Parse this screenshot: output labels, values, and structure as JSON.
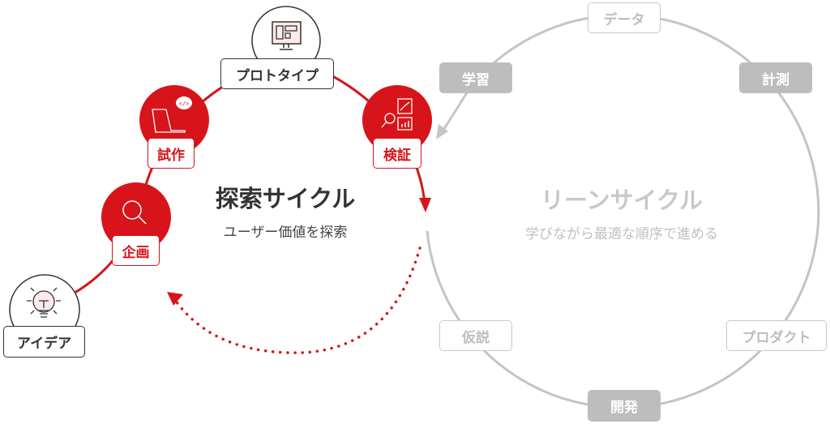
{
  "explore_cycle": {
    "title": "探索サイクル",
    "subtitle": "ユーザー価値を探索",
    "steps": [
      "アイデア",
      "企画",
      "試作",
      "プロトタイプ",
      "検証"
    ]
  },
  "lean_cycle": {
    "title": "リーンサイクル",
    "subtitle": "学びながら最適な順序で進める",
    "steps": [
      "データ",
      "計測",
      "プロダクト",
      "開発",
      "仮説",
      "学習"
    ]
  },
  "colors": {
    "accent": "#d7141a",
    "muted": "#bdbdbd",
    "text": "#333333"
  }
}
